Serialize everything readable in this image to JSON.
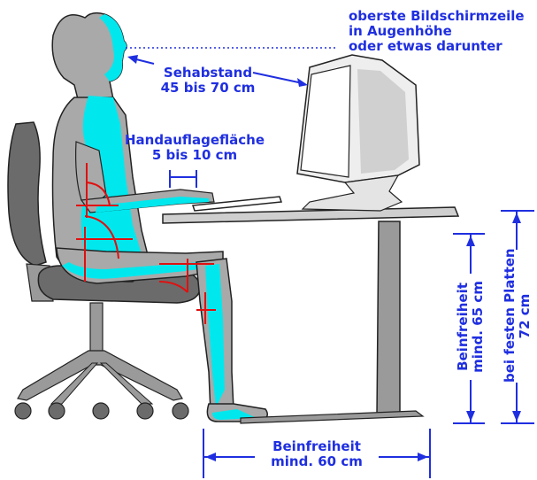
{
  "labels": {
    "monitor_line1": "oberste Bildschirmzeile",
    "monitor_line2": "in Augenhöhe",
    "monitor_line3": "oder etwas darunter",
    "distance_line1": "Sehabstand",
    "distance_line2": "45 bis 70 cm",
    "wrist_line1": "Handauflagefläche",
    "wrist_line2": "5 bis 10 cm",
    "legroom_width_line1": "Beinfreiheit",
    "legroom_width_line2": "mind. 60 cm",
    "legroom_height_line1": "Beinfreiheit",
    "legroom_height_line2": "mind. 65 cm",
    "desk_height_line1": "bei festen Platten",
    "desk_height_line2": "72 cm"
  },
  "colors": {
    "label_blue": "#1f2fe0",
    "body_gray": "#a9a9a9",
    "body_cyan": "#00e8ee",
    "chair_dark": "#6b6b6b",
    "marker_red": "#e01010"
  }
}
